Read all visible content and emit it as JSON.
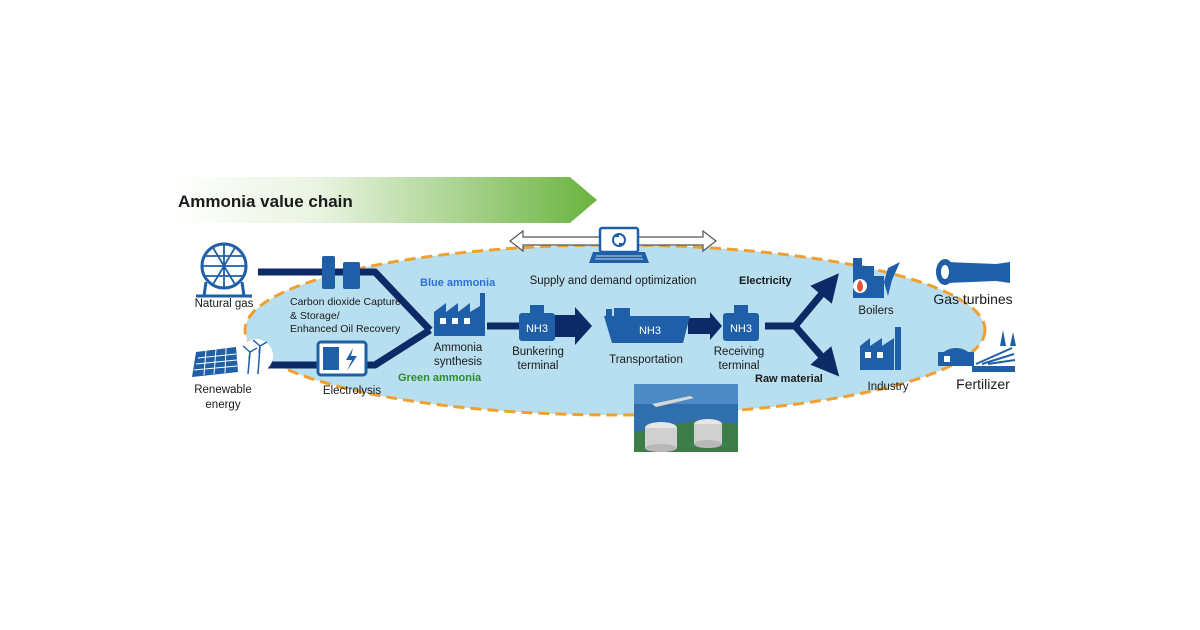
{
  "banner": {
    "title": "Ammonia value chain"
  },
  "sources": {
    "natural_gas": "Natural gas",
    "renewable_line1": "Renewable",
    "renewable_line2": "energy"
  },
  "processes": {
    "ccs_line1": "Carbon dioxide Capture",
    "ccs_line2": "& Storage/",
    "ccs_line3": "Enhanced Oil Recovery",
    "electrolysis": "Electrolysis",
    "blue_ammonia": "Blue ammonia",
    "green_ammonia": "Green ammonia",
    "synthesis_line1": "Ammonia",
    "synthesis_line2": "synthesis",
    "bunkering_line1": "Bunkering",
    "bunkering_line2": "terminal",
    "transportation": "Transportation",
    "receiving_line1": "Receiving",
    "receiving_line2": "terminal",
    "optimization": "Supply and demand optimization",
    "nh3": "NH3"
  },
  "uses": {
    "electricity": "Electricity",
    "raw_material": "Raw material",
    "boilers": "Boilers",
    "industry": "Industry",
    "gas_turbines": "Gas turbines",
    "fertilizer": "Fertilizer"
  },
  "colors": {
    "navy": "#0d2a66",
    "blue_icon": "#1f5fa8",
    "ellipse_fill": "#b7dff0",
    "ellipse_border": "#f0a030",
    "banner_green": "#6ab33f",
    "blue_text": "#2e6fd0",
    "green_text": "#2e8b2e"
  }
}
